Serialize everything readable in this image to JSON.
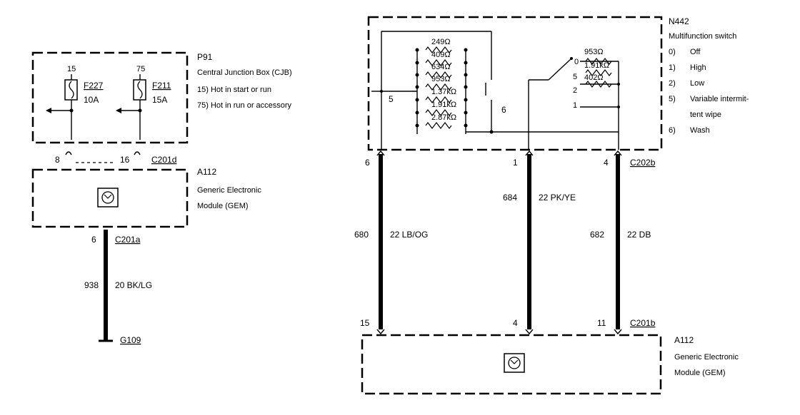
{
  "left": {
    "cjb": {
      "id": "P91",
      "name": "Central Junction Box (CJB)",
      "note_15": "15)  Hot in start or run",
      "note_75": "75)  Hot in run or accessory",
      "fuse1": {
        "terminal": "15",
        "name": "F227",
        "rating": "10A"
      },
      "fuse2": {
        "terminal": "75",
        "name": "F211",
        "rating": "15A"
      },
      "pin_left": "8",
      "pin_right": "16",
      "connector": "C201d"
    },
    "gem": {
      "id": "A112",
      "line1": "Generic Electronic",
      "line2": "Module (GEM)",
      "pin": "6",
      "connector": "C201a"
    },
    "wire": {
      "circuit": "938",
      "label": "20 BK/LG"
    },
    "ground": "G109"
  },
  "right": {
    "switch": {
      "id": "N442",
      "name": "Multifunction switch",
      "modes": [
        {
          "num": "0)",
          "text": "Off"
        },
        {
          "num": "1)",
          "text": "High"
        },
        {
          "num": "2)",
          "text": "Low"
        },
        {
          "num": "5)",
          "text": "Variable intermit-"
        },
        {
          "num": "",
          "text": "tent wipe"
        },
        {
          "num": "6)",
          "text": "Wash"
        }
      ],
      "resistors": [
        "249Ω",
        "409Ω",
        "634Ω",
        "953Ω",
        "1.37kΩ",
        "1.91kΩ",
        "2.87kΩ"
      ],
      "res_right": [
        "953Ω",
        "1.91kΩ",
        "402Ω"
      ],
      "pos_labels": [
        "0",
        "5",
        "2",
        "1"
      ],
      "inner_5": "5",
      "inner_6": "6"
    },
    "top_pins": [
      "6",
      "1",
      "4"
    ],
    "top_connector": "C202b",
    "wires": [
      {
        "circuit": "680",
        "label": "22 LB/OG"
      },
      {
        "circuit": "684",
        "label": "22 PK/YE"
      },
      {
        "circuit": "682",
        "label": "22 DB"
      }
    ],
    "bottom_pins": [
      "15",
      "4",
      "11"
    ],
    "bottom_connector": "C201b",
    "gem": {
      "id": "A112",
      "line1": "Generic Electronic",
      "line2": "Module (GEM)"
    }
  }
}
